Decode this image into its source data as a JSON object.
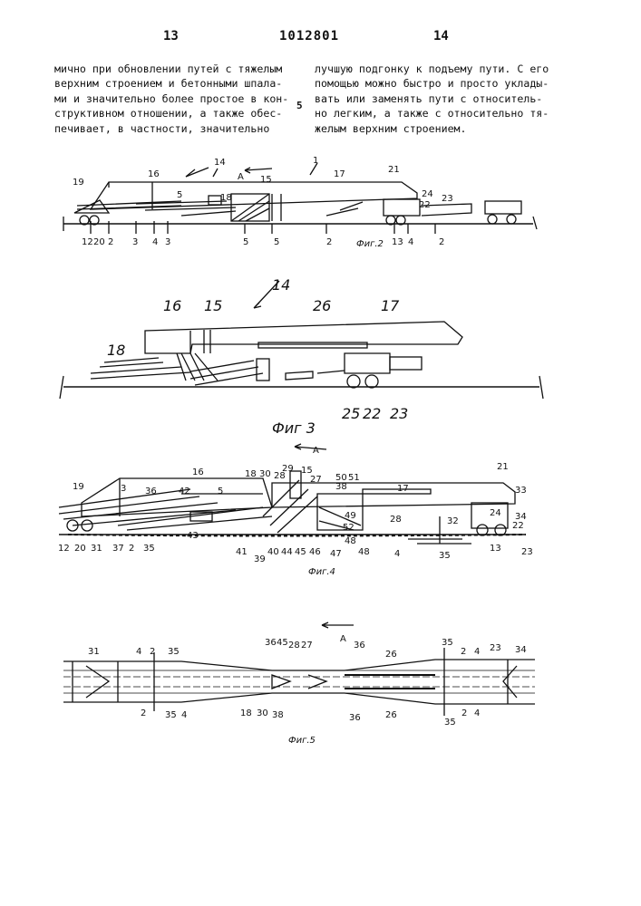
{
  "header": {
    "page_left": "13",
    "patent_number": "1012801",
    "page_right": "14"
  },
  "left_column": [
    "мично при обновлении путей с тяжелым",
    "верхним строением и бетонными шпала-",
    "ми и значительно более простое в кон-",
    "структивном отношении, а также обес-",
    "печивает, в частности, значительно"
  ],
  "right_column": [
    "лучшую подгонку к подъему пути. С его",
    "помощью можно быстро и просто уклады-",
    "вать или заменять пути с относитель-",
    "но легким, а также с относительно тя-",
    "желым верхним строением."
  ],
  "line_marker": "5",
  "figures": {
    "fig2": {
      "caption": "Фиг.2",
      "labels": [
        "1",
        "14",
        "A",
        "15",
        "16",
        "17",
        "18",
        "19",
        "21",
        "24",
        "22",
        "23",
        "12",
        "20",
        "2",
        "3",
        "4",
        "3",
        "5",
        "5",
        "2",
        "13",
        "4",
        "2",
        "5"
      ]
    },
    "fig3": {
      "caption": "Фиг 3",
      "labels": [
        "14",
        "16",
        "15",
        "26",
        "17",
        "18",
        "25",
        "22",
        "23"
      ]
    },
    "fig4": {
      "caption": "Фиг.4",
      "arrow_label": "A",
      "labels": [
        "16",
        "5",
        "3",
        "36",
        "42",
        "19",
        "12",
        "20",
        "31",
        "37",
        "2",
        "35",
        "43",
        "41",
        "18",
        "30",
        "29",
        "15",
        "28",
        "27",
        "50",
        "51",
        "17",
        "21",
        "33",
        "38",
        "49",
        "32",
        "24",
        "34",
        "22",
        "28",
        "52",
        "45",
        "46",
        "47",
        "48",
        "39",
        "40",
        "44",
        "13",
        "23",
        "4",
        "35",
        "48"
      ]
    },
    "fig5": {
      "caption": "Фиг.5",
      "arrow_label": "A",
      "labels": [
        "31",
        "4",
        "2",
        "35",
        "2",
        "35",
        "4",
        "36",
        "45",
        "28",
        "27",
        "36",
        "26",
        "35",
        "2",
        "4",
        "23",
        "34",
        "18",
        "30",
        "38",
        "26",
        "36",
        "35",
        "2",
        "4"
      ]
    }
  }
}
